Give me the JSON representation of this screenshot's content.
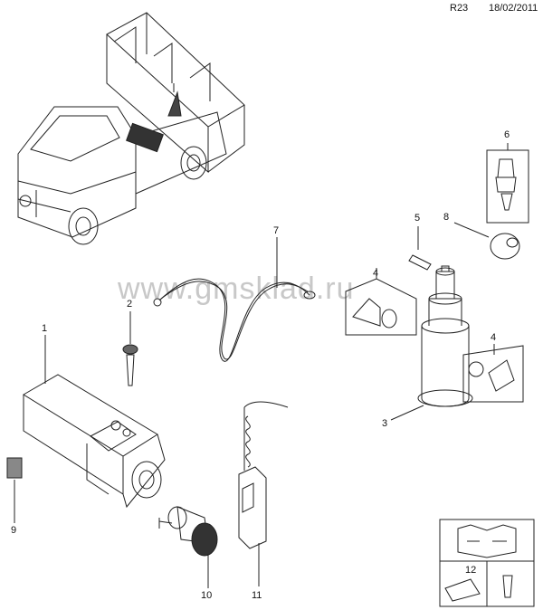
{
  "header": {
    "code": "R23",
    "date": "18/02/2011"
  },
  "watermark": "www.gmsklad.ru",
  "callouts": [
    "1",
    "2",
    "3",
    "4",
    "4",
    "5",
    "6",
    "7",
    "8",
    "9",
    "10",
    "11",
    "12"
  ],
  "line_color": "#222222",
  "panel_color": "#ffffff"
}
